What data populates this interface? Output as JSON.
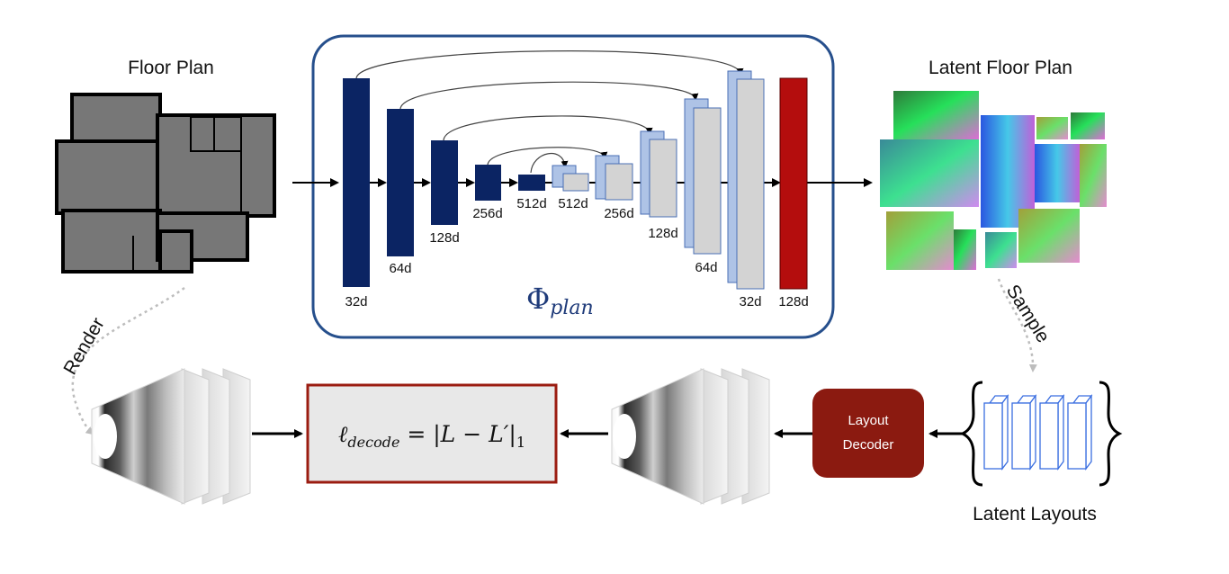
{
  "floor_plan": {
    "title": "Floor Plan"
  },
  "latent_floor_plan": {
    "title": "Latent Floor Plan"
  },
  "unet": {
    "symbol": "Φ",
    "subscript": "plan",
    "encoder_dims": [
      "32d",
      "64d",
      "128d",
      "256d",
      "512d"
    ],
    "decoder_dims": [
      "512d",
      "256d",
      "128d",
      "64d",
      "32d"
    ],
    "output_dim": "128d"
  },
  "edges": {
    "render": "Render",
    "sample": "Sample"
  },
  "loss": {
    "symbol": "ℓ",
    "subscript": "decode",
    "expression": " = |L − L′|",
    "norm": "1"
  },
  "layout_decoder": {
    "line1": "Layout",
    "line2": "Decoder"
  },
  "latent_layouts": {
    "title": "Latent Layouts"
  },
  "colors": {
    "encoder": "#0b2463",
    "decoder_back": "#aec3e6",
    "decoder_front": "#d3d3d3",
    "output": "#b40d0d",
    "panel_border": "#264f8c",
    "loss_border": "#9b1c11",
    "decoder_box": "#8b1a10"
  }
}
